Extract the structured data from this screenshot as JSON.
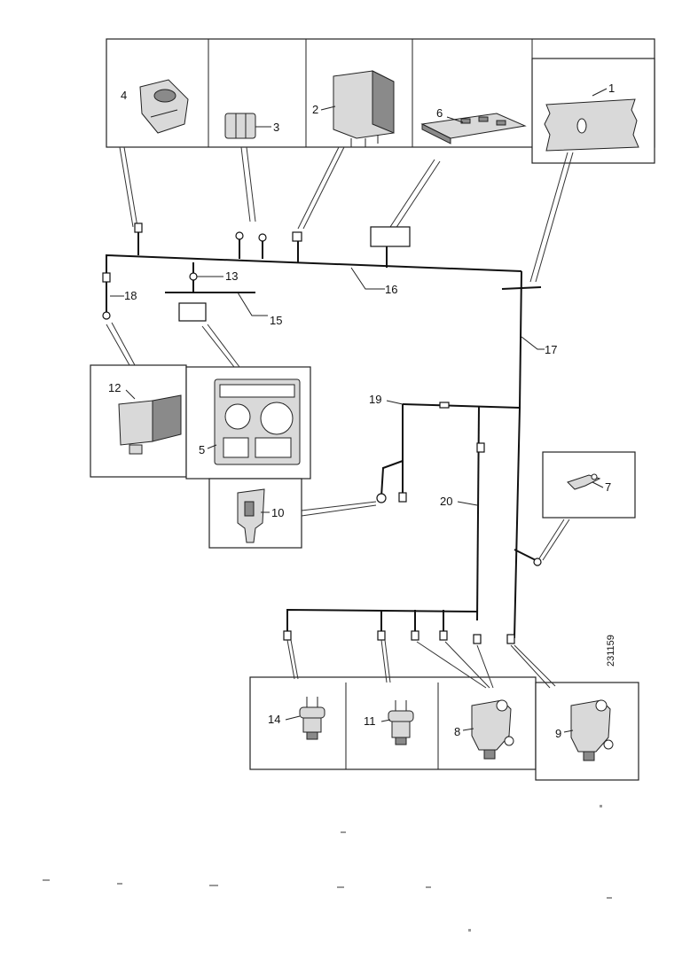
{
  "labels": {
    "n1": "1",
    "n2": "2",
    "n3": "3",
    "n4": "4",
    "n5": "5",
    "n6": "6",
    "n7": "7",
    "n8": "8",
    "n9": "9",
    "n10": "10",
    "n11": "11",
    "n12": "12",
    "n13": "13",
    "n14": "14",
    "n15": "15",
    "n16": "16",
    "n17": "17",
    "n18": "18",
    "n19": "19",
    "n20": "20"
  },
  "figure_code": "231159"
}
